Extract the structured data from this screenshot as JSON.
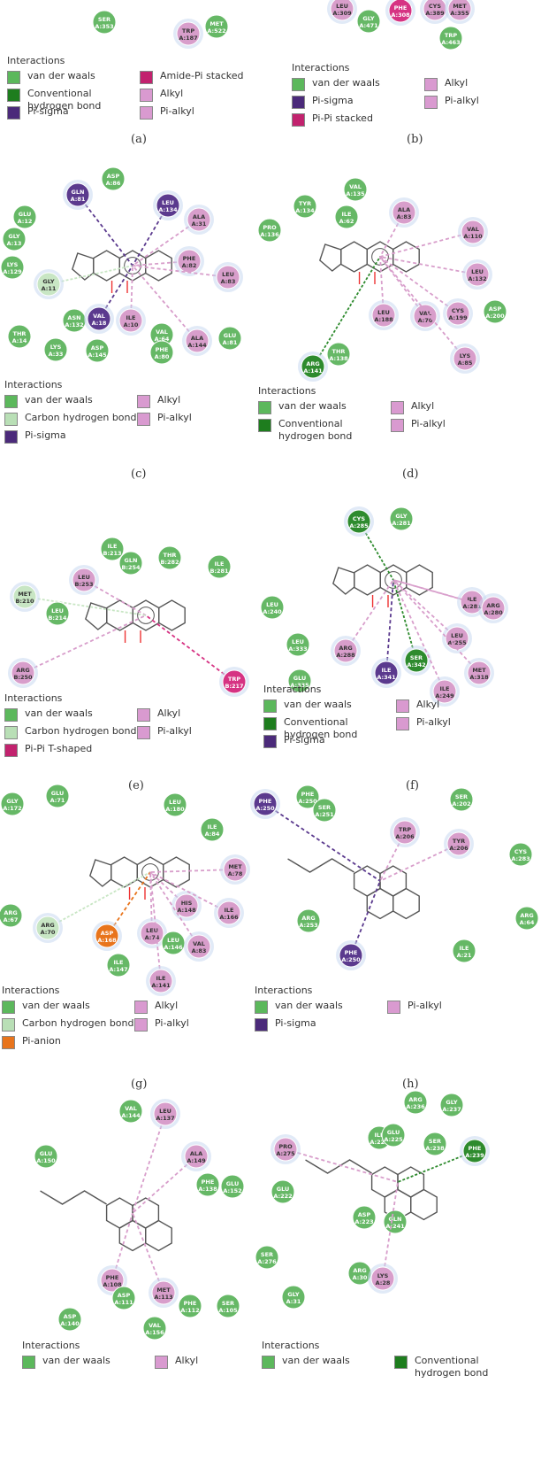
{
  "panels": [
    {
      "id": "a",
      "caption": "(a)",
      "legend_title": "Interactions",
      "legend_items": [
        {
          "label": "van der waals",
          "color": "#5cb85c"
        },
        {
          "label": "Conventional hydrogen bond",
          "color": "#1e7d1e"
        },
        {
          "label": "Pi-sigma",
          "color": "#4b2a7a"
        },
        {
          "label": "Amide-Pi stacked",
          "color": "#c2226e"
        },
        {
          "label": "Alkyl",
          "color": "#d99ad0"
        },
        {
          "label": "Pi-alkyl",
          "color": "#d99ad0"
        }
      ],
      "residues": [
        {
          "label": "SER A:353",
          "type": "vdw"
        },
        {
          "label": "TRP A:187",
          "type": "alkyl"
        },
        {
          "label": "MET A:522",
          "type": "vdw"
        }
      ]
    },
    {
      "id": "b",
      "caption": "(b)",
      "legend_title": "Interactions",
      "legend_items": [
        {
          "label": "van der waals",
          "color": "#5cb85c"
        },
        {
          "label": "Pi-sigma",
          "color": "#4b2a7a"
        },
        {
          "label": "Pi-Pi stacked",
          "color": "#c2226e"
        },
        {
          "label": "Alkyl",
          "color": "#d99ad0"
        },
        {
          "label": "Pi-alkyl",
          "color": "#d99ad0"
        }
      ],
      "residues": [
        {
          "label": "LEU A:309",
          "type": "alkyl"
        },
        {
          "label": "GLY A:471",
          "type": "vdw"
        },
        {
          "label": "PHE A:308",
          "type": "pipi"
        },
        {
          "label": "CYS A:389",
          "type": "alkyl"
        },
        {
          "label": "MET A:355",
          "type": "alkyl"
        },
        {
          "label": "TRP A:463",
          "type": "vdw"
        }
      ]
    },
    {
      "id": "c",
      "caption": "(c)",
      "legend_title": "Interactions",
      "legend_items": [
        {
          "label": "van der waals",
          "color": "#5cb85c"
        },
        {
          "label": "Carbon hydrogen bond",
          "color": "#b9dfb6"
        },
        {
          "label": "Pi-sigma",
          "color": "#4b2a7a"
        },
        {
          "label": "Alkyl",
          "color": "#d99ad0"
        },
        {
          "label": "Pi-alkyl",
          "color": "#d99ad0"
        }
      ],
      "residues": [
        {
          "label": "GLN A:81",
          "type": "pisigma"
        },
        {
          "label": "ASP A:86",
          "type": "vdw"
        },
        {
          "label": "LEU A:134",
          "type": "pisigma"
        },
        {
          "label": "GLU A:12",
          "type": "vdw"
        },
        {
          "label": "GLY A:13",
          "type": "vdw"
        },
        {
          "label": "LYS A:129",
          "type": "vdw"
        },
        {
          "label": "GLY A:11",
          "type": "chb"
        },
        {
          "label": "THR A:14",
          "type": "vdw"
        },
        {
          "label": "ASN A:132",
          "type": "vdw"
        },
        {
          "label": "VAL A:18",
          "type": "pisigma"
        },
        {
          "label": "ILE A:10",
          "type": "alkyl"
        },
        {
          "label": "VAL A:64",
          "type": "vdw"
        },
        {
          "label": "ALA A:31",
          "type": "alkyl"
        },
        {
          "label": "PHE A:82",
          "type": "alkyl"
        },
        {
          "label": "LEU A:83",
          "type": "alkyl"
        },
        {
          "label": "ALA A:144",
          "type": "alkyl"
        },
        {
          "label": "GLU A:81",
          "type": "vdw"
        },
        {
          "label": "LYS A:33",
          "type": "vdw"
        },
        {
          "label": "ASP A:145",
          "type": "vdw"
        },
        {
          "label": "PHE A:80",
          "type": "vdw"
        }
      ]
    },
    {
      "id": "d",
      "caption": "(d)",
      "legend_title": "Interactions",
      "legend_items": [
        {
          "label": "van der waals",
          "color": "#5cb85c"
        },
        {
          "label": "Conventional hydrogen bond",
          "color": "#1e7d1e"
        },
        {
          "label": "Alkyl",
          "color": "#d99ad0"
        },
        {
          "label": "Pi-alkyl",
          "color": "#d99ad0"
        }
      ],
      "residues": [
        {
          "label": "VAL A:135",
          "type": "vdw"
        },
        {
          "label": "TYR A:134",
          "type": "vdw"
        },
        {
          "label": "ILE A:62",
          "type": "vdw"
        },
        {
          "label": "PRO A:136",
          "type": "vdw"
        },
        {
          "label": "ALA A:83",
          "type": "alkyl"
        },
        {
          "label": "VAL A:110",
          "type": "alkyl"
        },
        {
          "label": "LEU A:132",
          "type": "alkyl"
        },
        {
          "label": "CYS A:199",
          "type": "alkyl"
        },
        {
          "label": "ASP A:200",
          "type": "vdw"
        },
        {
          "label": "ARG A:141",
          "type": "hbond"
        },
        {
          "label": "THR A:138",
          "type": "vdw"
        },
        {
          "label": "LEU A:188",
          "type": "alkyl"
        },
        {
          "label": "VAL A:70",
          "type": "alkyl"
        },
        {
          "label": "LYS A:85",
          "type": "alkyl"
        }
      ]
    },
    {
      "id": "e",
      "caption": "(e)",
      "legend_title": "Interactions",
      "legend_items": [
        {
          "label": "van der waals",
          "color": "#5cb85c"
        },
        {
          "label": "Carbon hydrogen bond",
          "color": "#b9dfb6"
        },
        {
          "label": "Pi-Pi T-shaped",
          "color": "#c2226e"
        },
        {
          "label": "Alkyl",
          "color": "#d99ad0"
        },
        {
          "label": "Pi-alkyl",
          "color": "#d99ad0"
        }
      ],
      "residues": [
        {
          "label": "ILE B:213",
          "type": "vdw"
        },
        {
          "label": "THR B:282",
          "type": "vdw"
        },
        {
          "label": "ILE B:281",
          "type": "vdw"
        },
        {
          "label": "LEU B:253",
          "type": "alkyl"
        },
        {
          "label": "GLN B:254",
          "type": "vdw"
        },
        {
          "label": "MET B:210",
          "type": "chb"
        },
        {
          "label": "LEU B:214",
          "type": "vdw"
        },
        {
          "label": "ARG B:250",
          "type": "alkyl"
        },
        {
          "label": "TRP B:217",
          "type": "pipi"
        }
      ]
    },
    {
      "id": "f",
      "caption": "(f)",
      "legend_title": "Interactions",
      "legend_items": [
        {
          "label": "van der waals",
          "color": "#5cb85c"
        },
        {
          "label": "Conventional hydrogen bond",
          "color": "#1e7d1e"
        },
        {
          "label": "Pi-sigma",
          "color": "#4b2a7a"
        },
        {
          "label": "Alkyl",
          "color": "#d99ad0"
        },
        {
          "label": "Pi-alkyl",
          "color": "#d99ad0"
        }
      ],
      "residues": [
        {
          "label": "CYS A:285",
          "type": "hbond"
        },
        {
          "label": "GLY A:281",
          "type": "vdw"
        },
        {
          "label": "ILE A:281",
          "type": "alkyl"
        },
        {
          "label": "ARG A:280",
          "type": "alkyl"
        },
        {
          "label": "LEU A:255",
          "type": "alkyl"
        },
        {
          "label": "MET A:318",
          "type": "alkyl"
        },
        {
          "label": "LEU A:240",
          "type": "vdw"
        },
        {
          "label": "LEU A:333",
          "type": "vdw"
        },
        {
          "label": "ARG A:288",
          "type": "alkyl"
        },
        {
          "label": "ILE A:341",
          "type": "pisigma"
        },
        {
          "label": "SER A:342",
          "type": "hbond"
        },
        {
          "label": "ILE A:249",
          "type": "alkyl"
        },
        {
          "label": "GLU A:335",
          "type": "vdw"
        }
      ]
    },
    {
      "id": "g",
      "caption": "(g)",
      "legend_title": "Interactions",
      "legend_items": [
        {
          "label": "van der waals",
          "color": "#5cb85c"
        },
        {
          "label": "Carbon hydrogen bond",
          "color": "#b9dfb6"
        },
        {
          "label": "Pi-anion",
          "color": "#e8741c"
        },
        {
          "label": "Alkyl",
          "color": "#d99ad0"
        },
        {
          "label": "Pi-alkyl",
          "color": "#d99ad0"
        }
      ],
      "residues": [
        {
          "label": "GLU A:71",
          "type": "vdw"
        },
        {
          "label": "LEU A:180",
          "type": "vdw"
        },
        {
          "label": "ILE A:84",
          "type": "vdw"
        },
        {
          "label": "GLY A:172",
          "type": "vdw"
        },
        {
          "label": "MET A:78",
          "type": "alkyl"
        },
        {
          "label": "ARG A:67",
          "type": "vdw"
        },
        {
          "label": "ARG A:70",
          "type": "chb"
        },
        {
          "label": "ASP A:168",
          "type": "pianion"
        },
        {
          "label": "LEU A:74",
          "type": "alkyl"
        },
        {
          "label": "LEU A:146",
          "type": "vdw"
        },
        {
          "label": "HIS A:148",
          "type": "alkyl"
        },
        {
          "label": "ILE A:166",
          "type": "alkyl"
        },
        {
          "label": "ILE A:141",
          "type": "alkyl"
        },
        {
          "label": "VAL A:83",
          "type": "alkyl"
        },
        {
          "label": "ILE A:147",
          "type": "vdw"
        }
      ]
    },
    {
      "id": "h",
      "caption": "(h)",
      "legend_title": "Interactions",
      "legend_items": [
        {
          "label": "van der waals",
          "color": "#5cb85c"
        },
        {
          "label": "Pi-sigma",
          "color": "#4b2a7a"
        },
        {
          "label": "Pi-alkyl",
          "color": "#d99ad0"
        }
      ],
      "residues": [
        {
          "label": "PHE A:250",
          "type": "pisigma"
        },
        {
          "label": "PHE A:250",
          "type": "vdw"
        },
        {
          "label": "SER A:251",
          "type": "vdw"
        },
        {
          "label": "TRP A:206",
          "type": "alkyl"
        },
        {
          "label": "SER A:202",
          "type": "vdw"
        },
        {
          "label": "TYR A:206",
          "type": "alkyl"
        },
        {
          "label": "CYS A:283",
          "type": "vdw"
        },
        {
          "label": "ARG A:253",
          "type": "vdw"
        },
        {
          "label": "ARG A:64",
          "type": "vdw"
        },
        {
          "label": "PHE A:250",
          "type": "pisigma"
        },
        {
          "label": "ILE A:21",
          "type": "vdw"
        }
      ]
    },
    {
      "id": "i",
      "caption": "",
      "legend_title": "Interactions",
      "legend_items": [
        {
          "label": "van der waals",
          "color": "#5cb85c"
        },
        {
          "label": "Alkyl",
          "color": "#d99ad0"
        }
      ],
      "residues": [
        {
          "label": "VAL A:144",
          "type": "vdw"
        },
        {
          "label": "LEU A:137",
          "type": "alkyl"
        },
        {
          "label": "GLU A:150",
          "type": "vdw"
        },
        {
          "label": "ALA A:149",
          "type": "alkyl"
        },
        {
          "label": "PHE A:138",
          "type": "vdw"
        },
        {
          "label": "GLU A:152",
          "type": "vdw"
        },
        {
          "label": "PHE A:108",
          "type": "alkyl"
        },
        {
          "label": "ASP A:111",
          "type": "vdw"
        },
        {
          "label": "MET A:113",
          "type": "alkyl"
        },
        {
          "label": "PHE A:112",
          "type": "vdw"
        },
        {
          "label": "SER A:105",
          "type": "vdw"
        },
        {
          "label": "ASP A:140",
          "type": "vdw"
        },
        {
          "label": "VAL A:156",
          "type": "vdw"
        }
      ]
    },
    {
      "id": "j",
      "caption": "",
      "legend_title": "Interactions",
      "legend_items": [
        {
          "label": "van der waals",
          "color": "#5cb85c"
        },
        {
          "label": "Conventional hydrogen bond",
          "color": "#1e7d1e"
        }
      ],
      "residues": [
        {
          "label": "ARG A:236",
          "type": "vdw"
        },
        {
          "label": "GLY A:237",
          "type": "vdw"
        },
        {
          "label": "PRO A:275",
          "type": "alkyl"
        },
        {
          "label": "ILE A:224",
          "type": "vdw"
        },
        {
          "label": "GLU A:225",
          "type": "vdw"
        },
        {
          "label": "SER A:238",
          "type": "vdw"
        },
        {
          "label": "PHE A:239",
          "type": "hbond"
        },
        {
          "label": "GLU A:222",
          "type": "vdw"
        },
        {
          "label": "ASP A:223",
          "type": "vdw"
        },
        {
          "label": "GLN A:241",
          "type": "vdw"
        },
        {
          "label": "SER A:276",
          "type": "vdw"
        },
        {
          "label": "ARG A:30",
          "type": "vdw"
        },
        {
          "label": "LYS A:28",
          "type": "alkyl"
        },
        {
          "label": "GLY A:31",
          "type": "vdw"
        }
      ]
    }
  ],
  "colors": {
    "vdw": "#66b866",
    "hbond": "#2e8b2e",
    "chb": "#c8e6c4",
    "pisigma": "#5b3a8e",
    "pipi": "#d63383",
    "pianion": "#e8741c",
    "alkyl": "#d89ecb",
    "halo": "#c8d8f0",
    "ligand": "#555555"
  }
}
